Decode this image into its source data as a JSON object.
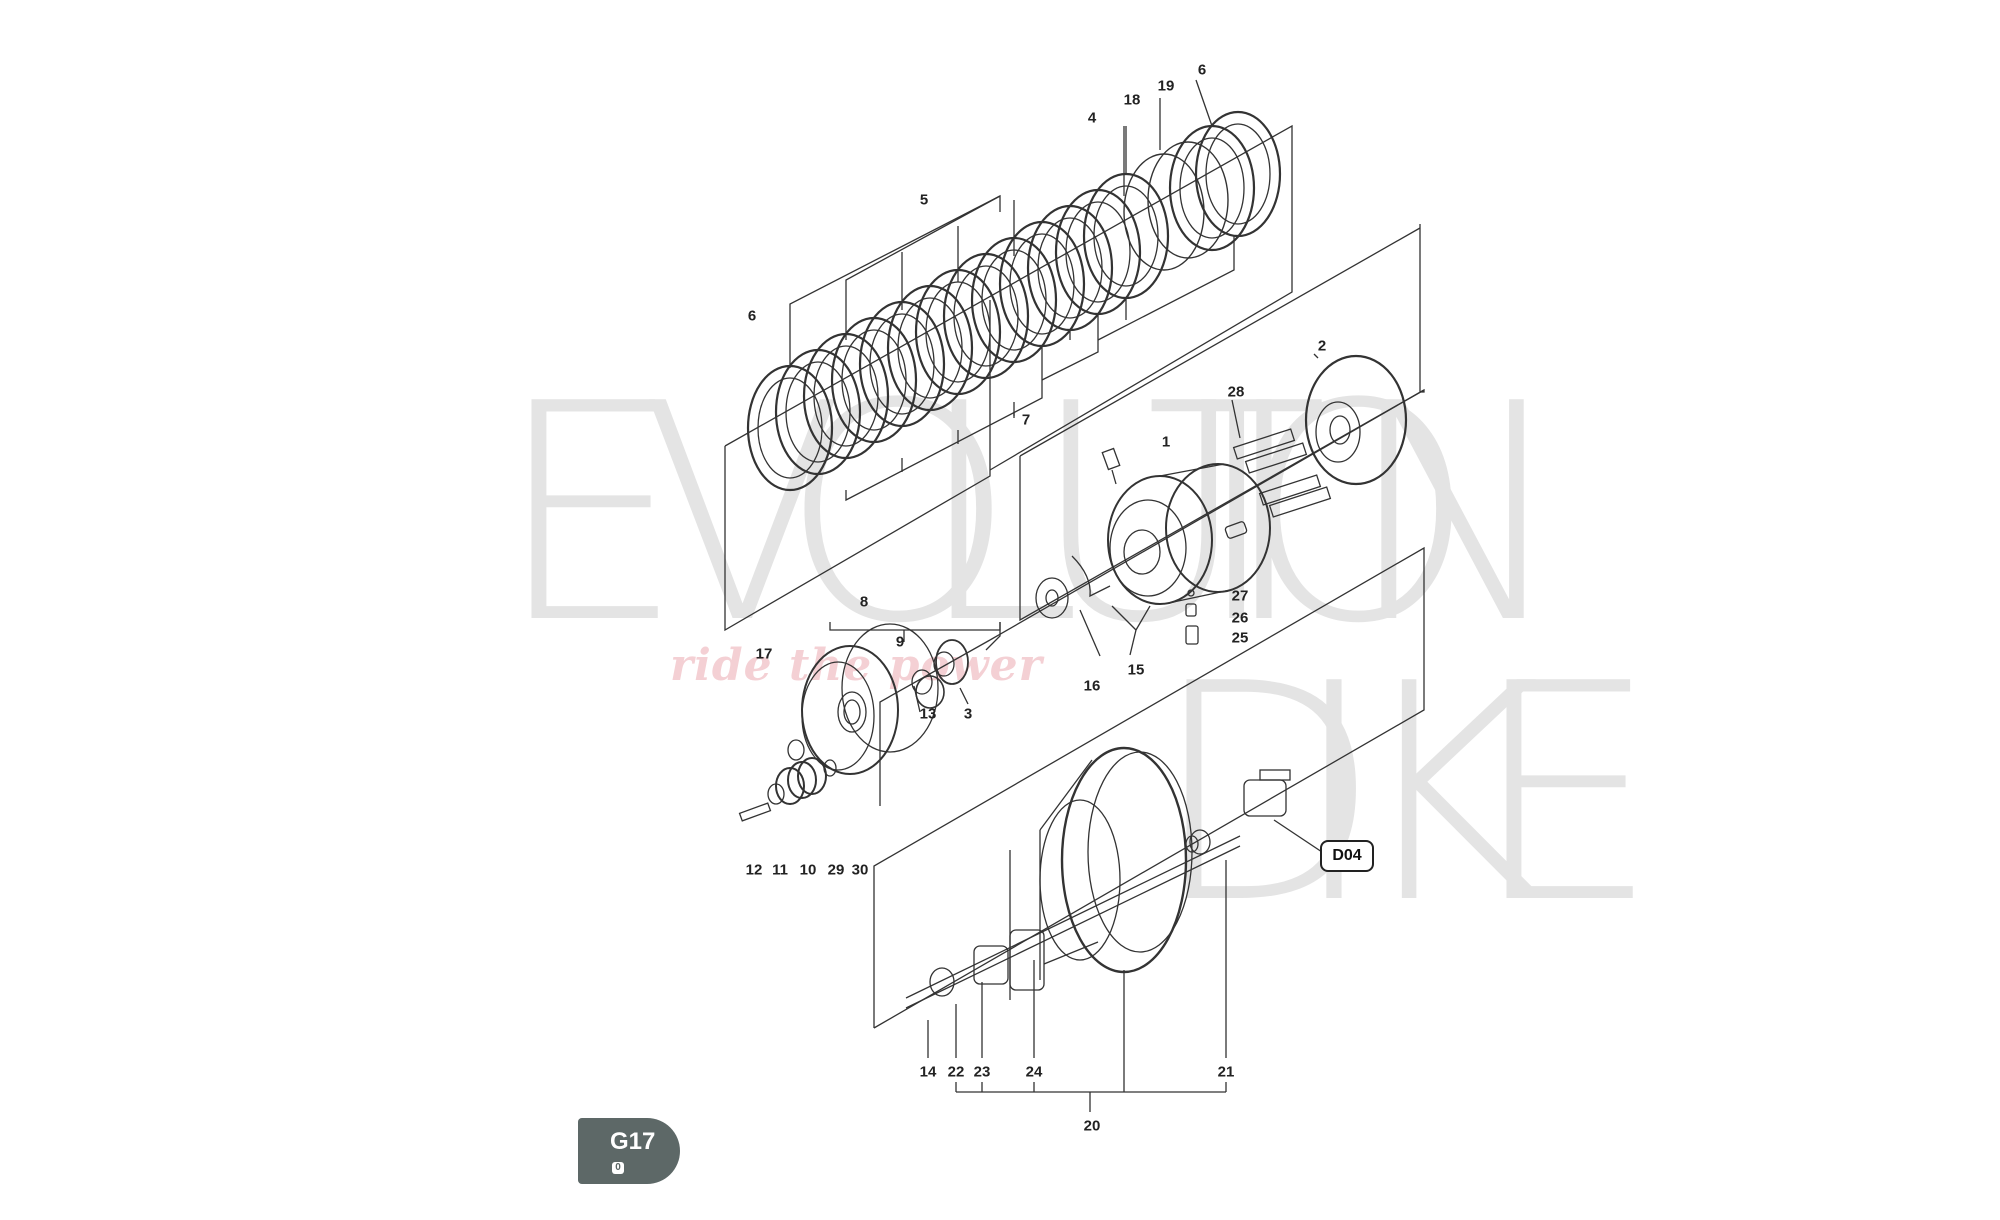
{
  "watermark": {
    "line1": [
      "E",
      "V",
      "O",
      "L",
      "U",
      "T",
      "I",
      "O",
      "N"
    ],
    "line2": [
      "D",
      "I",
      "K",
      "E"
    ],
    "tagline": "ride the power"
  },
  "callouts": [
    "1",
    "2",
    "3",
    "4",
    "5",
    "6",
    "6",
    "7",
    "8",
    "9",
    "10",
    "11",
    "12",
    "13",
    "14",
    "15",
    "16",
    "17",
    "18",
    "19",
    "20",
    "21",
    "22",
    "23",
    "24",
    "25",
    "26",
    "27",
    "28",
    "29",
    "30"
  ],
  "reference_box": "D04",
  "page_badge": {
    "code": "G17",
    "revision": "0"
  },
  "colors": {
    "line": "#333333",
    "badge": "#5d6867",
    "watermark": "#e4e4e4",
    "tagline": "#e696a0"
  }
}
